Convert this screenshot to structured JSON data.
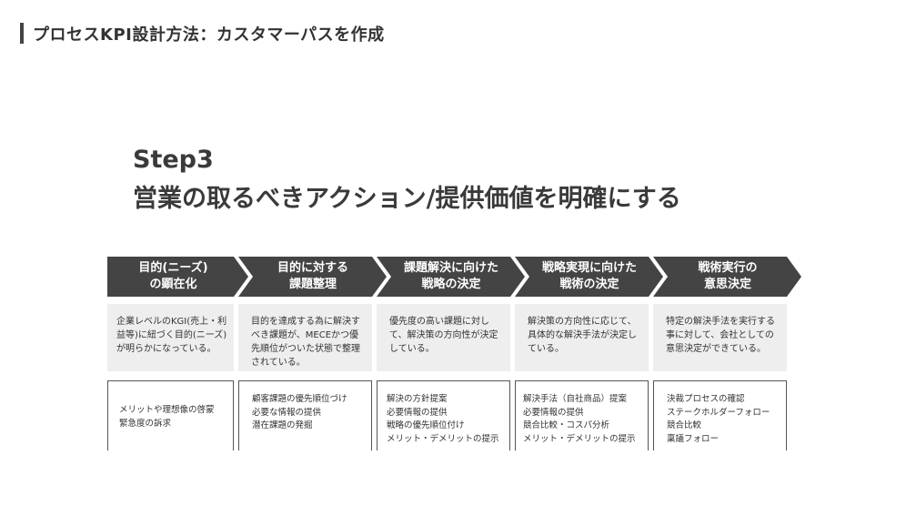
{
  "header": {
    "title": "プロセスKPI設計方法：カスタマーパスを作成"
  },
  "heading": {
    "line1": "Step3",
    "line2": "営業の取るべきアクション/提供価値を明確にする"
  },
  "colors": {
    "chevron": "#444444",
    "desc_bg": "#eeeeee",
    "border": "#555555"
  },
  "stages": [
    {
      "title1": "目的(ニーズ)",
      "title2": "の顕在化",
      "desc": [
        "企業レベルのKGI(売上・利",
        "益等)に紐づく目的(ニーズ)",
        "が明らかになっている。"
      ],
      "tasks": [
        "メリットや理想像の啓蒙",
        "緊急度の訴求"
      ]
    },
    {
      "title1": "目的に対する",
      "title2": "課題整理",
      "desc": [
        "目的を達成する為に解決す",
        "べき課題が、MECEかつ優",
        "先順位がついた状態で整理",
        "されている。"
      ],
      "tasks": [
        "顧客課題の優先順位づけ",
        "必要な情報の提供",
        "潜在課題の発掘"
      ]
    },
    {
      "title1": "課題解決に向けた",
      "title2": "戦略の決定",
      "desc": [
        "優先度の高い課題に対し",
        "て、解決策の方向性が決定",
        "している。"
      ],
      "tasks": [
        "解決の方針提案",
        "必要情報の提供",
        "戦略の優先順位付け",
        "メリット・デメリットの提示"
      ]
    },
    {
      "title1": "戦略実現に向けた",
      "title2": "戦術の決定",
      "desc": [
        "解決策の方向性に応じて、",
        "具体的な解決手法が決定し",
        "ている。"
      ],
      "tasks": [
        "解決手法（自社商品）提案",
        "必要情報の提供",
        "競合比較・コスパ分析",
        "メリット・デメリットの提示"
      ]
    },
    {
      "title1": "戦術実行の",
      "title2": "意思決定",
      "desc": [
        "特定の解決手法を実行する",
        "事に対して、会社としての",
        "意思決定ができている。"
      ],
      "tasks": [
        "決裁プロセスの確認",
        "ステークホルダーフォロー",
        "競合比較",
        "稟議フォロー"
      ]
    }
  ]
}
